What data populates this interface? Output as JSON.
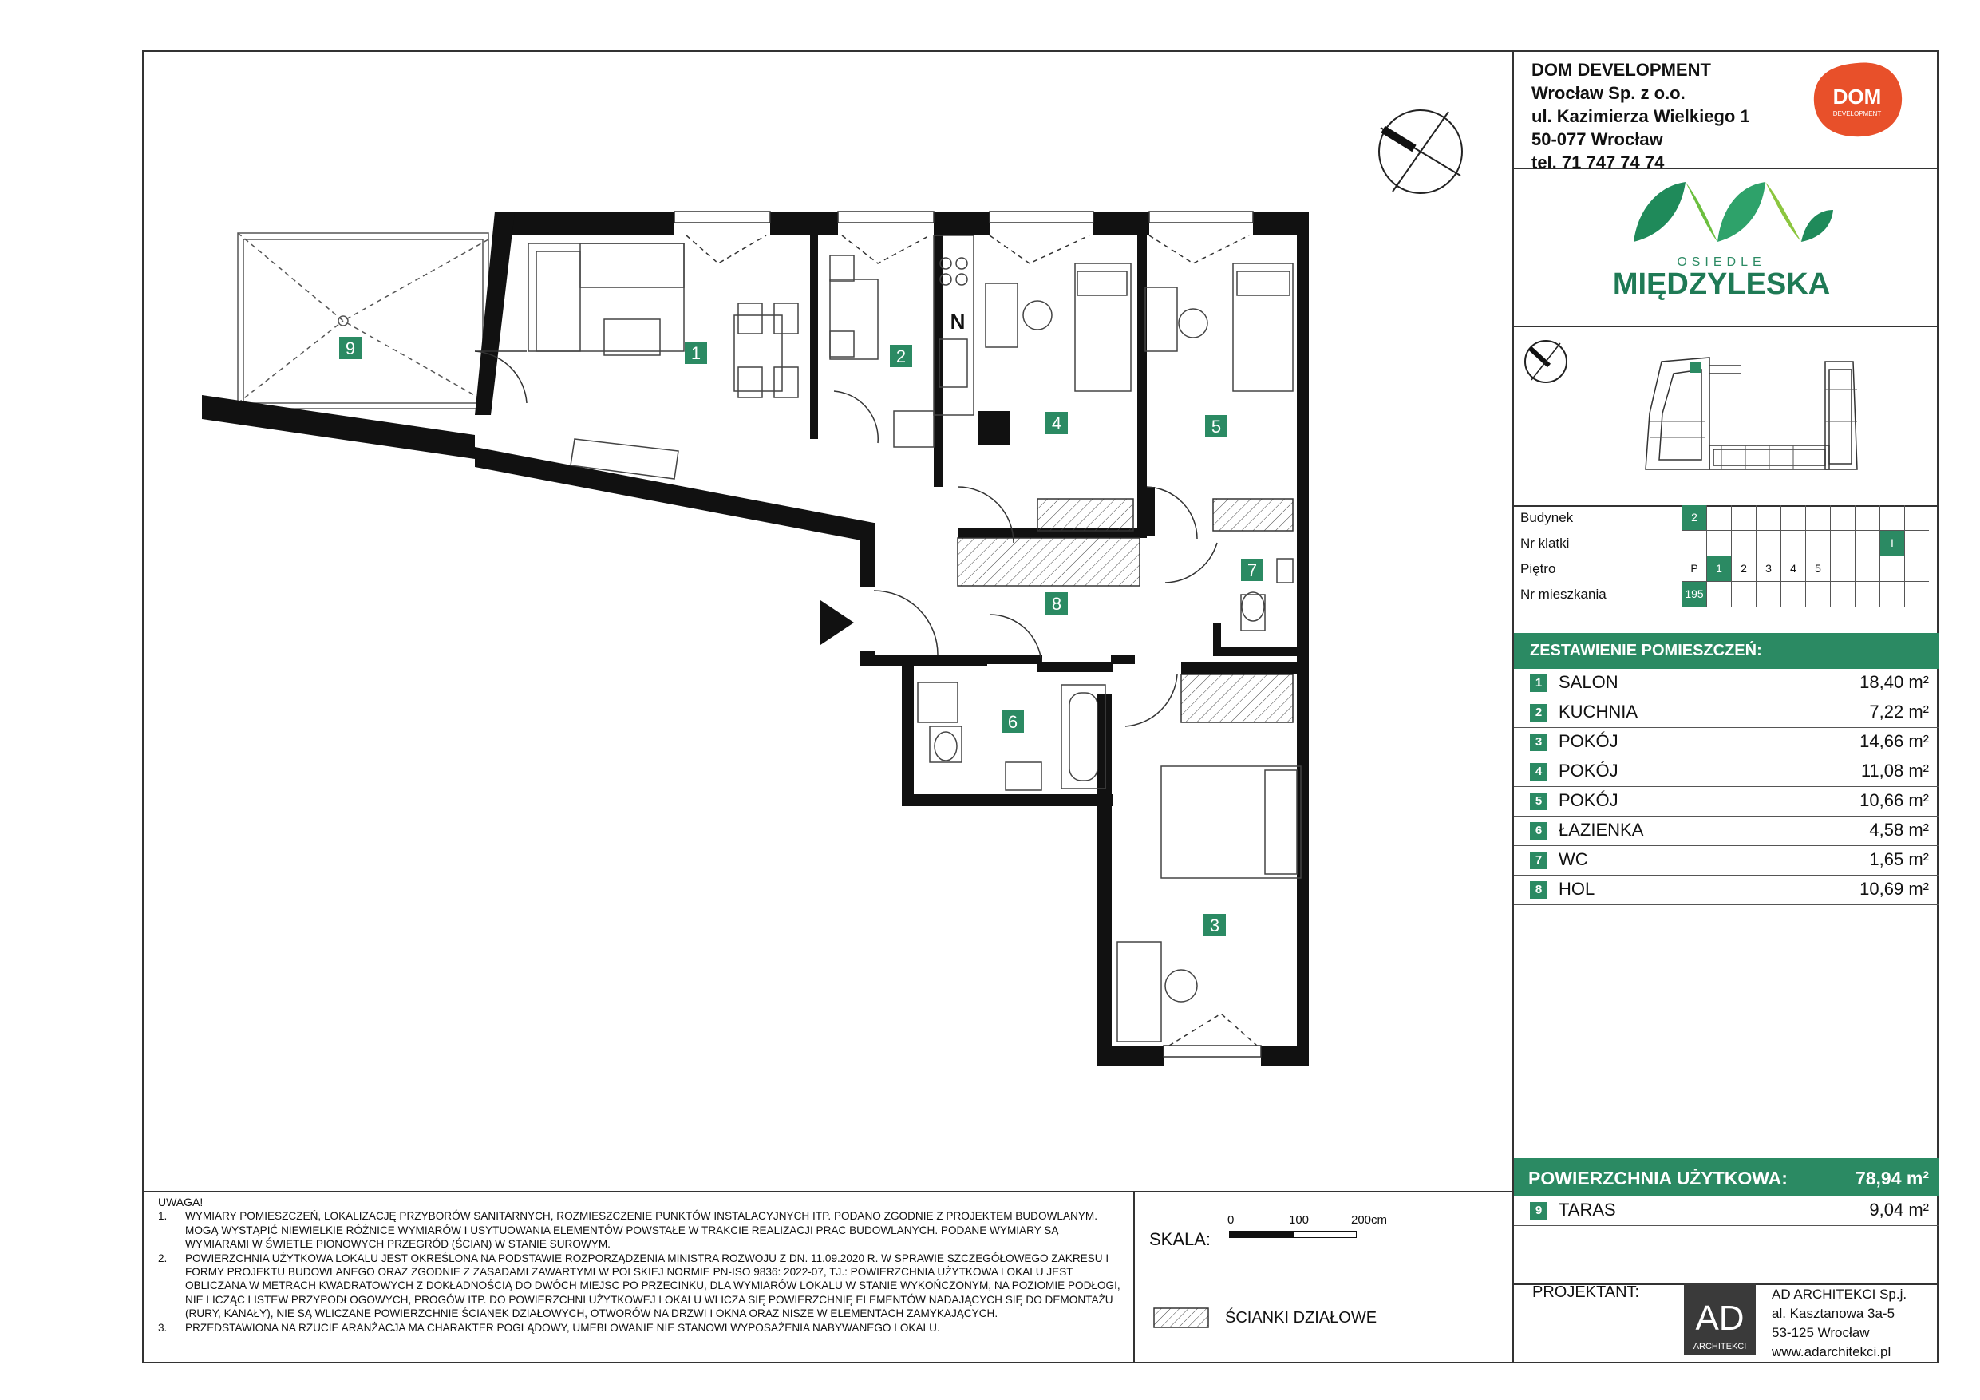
{
  "company": {
    "name": "DOM DEVELOPMENT",
    "line2": "Wrocław Sp. z o.o.",
    "address": "ul. Kazimierza Wielkiego 1",
    "city": "50-077 Wrocław",
    "phone": "tel. 71 747 74 74",
    "logo_text": "DOM",
    "logo_sub": "DEVELOPMENT"
  },
  "brand": {
    "small": "OSIEDLE",
    "big": "MIĘDZYLESKA"
  },
  "info_grid": {
    "budynek_label": "Budynek",
    "budynek_value": "2",
    "klatka_label": "Nr klatki",
    "klatka_value": "I",
    "pietro_label": "Piętro",
    "floors": [
      "P",
      "1",
      "2",
      "3",
      "4",
      "5"
    ],
    "floor_selected": "1",
    "mieszkanie_label": "Nr mieszkania",
    "mieszkanie_value": "195"
  },
  "rooms_title": "ZESTAWIENIE POMIESZCZEŃ:",
  "rooms": [
    {
      "num": "1",
      "name": "SALON",
      "area": "18,40 m²"
    },
    {
      "num": "2",
      "name": "KUCHNIA",
      "area": "7,22 m²"
    },
    {
      "num": "3",
      "name": "POKÓJ",
      "area": "14,66 m²"
    },
    {
      "num": "4",
      "name": "POKÓJ",
      "area": "11,08 m²"
    },
    {
      "num": "5",
      "name": "POKÓJ",
      "area": "10,66 m²"
    },
    {
      "num": "6",
      "name": "ŁAZIENKA",
      "area": "4,58 m²"
    },
    {
      "num": "7",
      "name": "WC",
      "area": "1,65 m²"
    },
    {
      "num": "8",
      "name": "HOL",
      "area": "10,69 m²"
    }
  ],
  "total": {
    "label": "POWIERZCHNIA UŻYTKOWA:",
    "value": "78,94 m²"
  },
  "terrace": {
    "num": "9",
    "name": "TARAS",
    "area": "9,04 m²"
  },
  "plan_labels": [
    "1",
    "2",
    "3",
    "4",
    "5",
    "6",
    "7",
    "8",
    "9"
  ],
  "north": "N",
  "notes": {
    "heading": "UWAGA!",
    "items": [
      {
        "n": "1.",
        "text": "WYMIARY POMIESZCZEŃ, LOKALIZACJĘ PRZYBORÓW SANITARNYCH, ROZMIESZCZENIE PUNKTÓW INSTALACYJNYCH ITP. PODANO ZGODNIE Z PROJEKTEM BUDOWLANYM. MOGĄ WYSTĄPIĆ NIEWIELKIE RÓŻNICE WYMIARÓW I USYTUOWANIA ELEMENTÓW POWSTAŁE W TRAKCIE REALIZACJI PRAC BUDOWLANYCH. PODANE WYMIARY SĄ WYMIARAMI W ŚWIETLE PIONOWYCH PRZEGRÓD (ŚCIAN) W STANIE SUROWYM."
      },
      {
        "n": "2.",
        "text": "POWIERZCHNIA UŻYTKOWA LOKALU JEST OKREŚLONA NA PODSTAWIE ROZPORZĄDZENIA MINISTRA ROZWOJU Z DN. 11.09.2020 R. W SPRAWIE SZCZEGÓŁOWEGO ZAKRESU I FORMY PROJEKTU BUDOWLANEGO ORAZ ZGODNIE Z ZASADAMI ZAWARTYMI W POLSKIEJ NORMIE PN-ISO 9836: 2022-07, TJ.: POWIERZCHNIA UŻYTKOWA LOKALU JEST OBLICZANA W METRACH KWADRATOWYCH Z DOKŁADNOŚCIĄ DO DWÓCH MIEJSC PO PRZECINKU, DLA WYMIARÓW LOKALU W STANIE WYKOŃCZONYM, NA POZIOMIE PODŁOGI, NIE LICZĄC LISTEW PRZYPODŁOGOWYCH, PROGÓW ITP. DO POWIERZCHNI UŻYTKOWEJ LOKALU WLICZA SIĘ POWIERZCHNIĘ ELEMENTÓW NADAJĄCYCH SIĘ DO DEMONTAŻU (RURY, KANAŁY), NIE SĄ WLICZANE POWIERZCHNIE ŚCIANEK DZIAŁOWYCH, OTWORÓW NA DRZWI I OKNA ORAZ NISZE W ELEMENTACH ZAMYKAJĄCYCH."
      },
      {
        "n": "3.",
        "text": "PRZEDSTAWIONA NA RZUCIE ARANŻACJA MA CHARAKTER POGLĄDOWY, UMEBLOWANIE NIE STANOWI WYPOSAŻENIA NABYWANEGO LOKALU."
      }
    ]
  },
  "scale": {
    "label": "SKALA:",
    "t0": "0",
    "t1": "100",
    "t2": "200cm"
  },
  "legend": {
    "label": "ŚCIANKI DZIAŁOWE"
  },
  "designer": {
    "label": "PROJEKTANT:",
    "logo": "AD",
    "logo_sub": "ARCHITEKCI",
    "name": "AD ARCHITEKCI Sp.j.",
    "street": "al. Kasztanowa 3a-5",
    "city": "53-125 Wrocław",
    "web": "www.adarchitekci.pl"
  },
  "colors": {
    "accent": "#2b8a63",
    "logo_orange": "#e8502a"
  }
}
